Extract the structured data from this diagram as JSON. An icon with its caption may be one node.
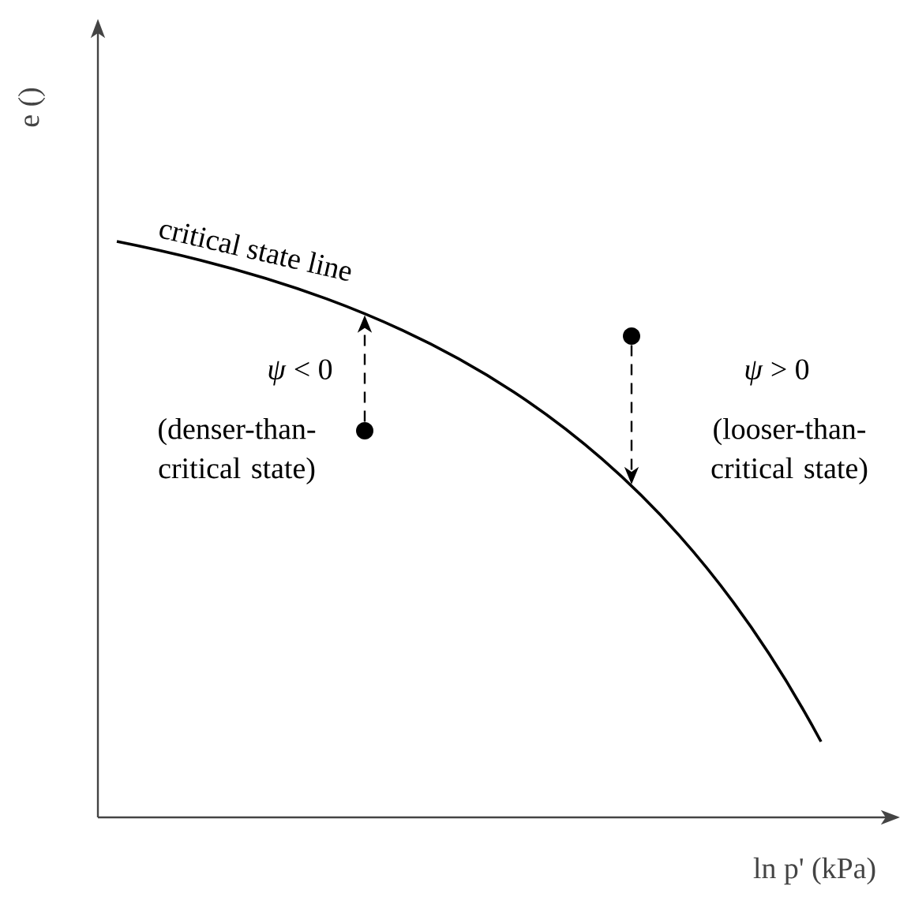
{
  "diagram": {
    "nodes": [
      {
        "text": [],
        "shape": "circle"
      },
      {
        "text": [],
        "shape": "circle"
      }
    ],
    "edges": [
      {
        "from": 0,
        "to": null,
        "arrow": "to",
        "style": "dashed"
      },
      {
        "from": 1,
        "to": null,
        "arrow": "to",
        "style": "dashed"
      }
    ],
    "labels": [
      "e ()",
      "critical state line",
      "*ψ* < 0",
      "(denser-than-critical state)",
      "*ψ* > 0",
      "(looser-than-critical state)",
      "ln p' (kPa)"
    ]
  }
}
